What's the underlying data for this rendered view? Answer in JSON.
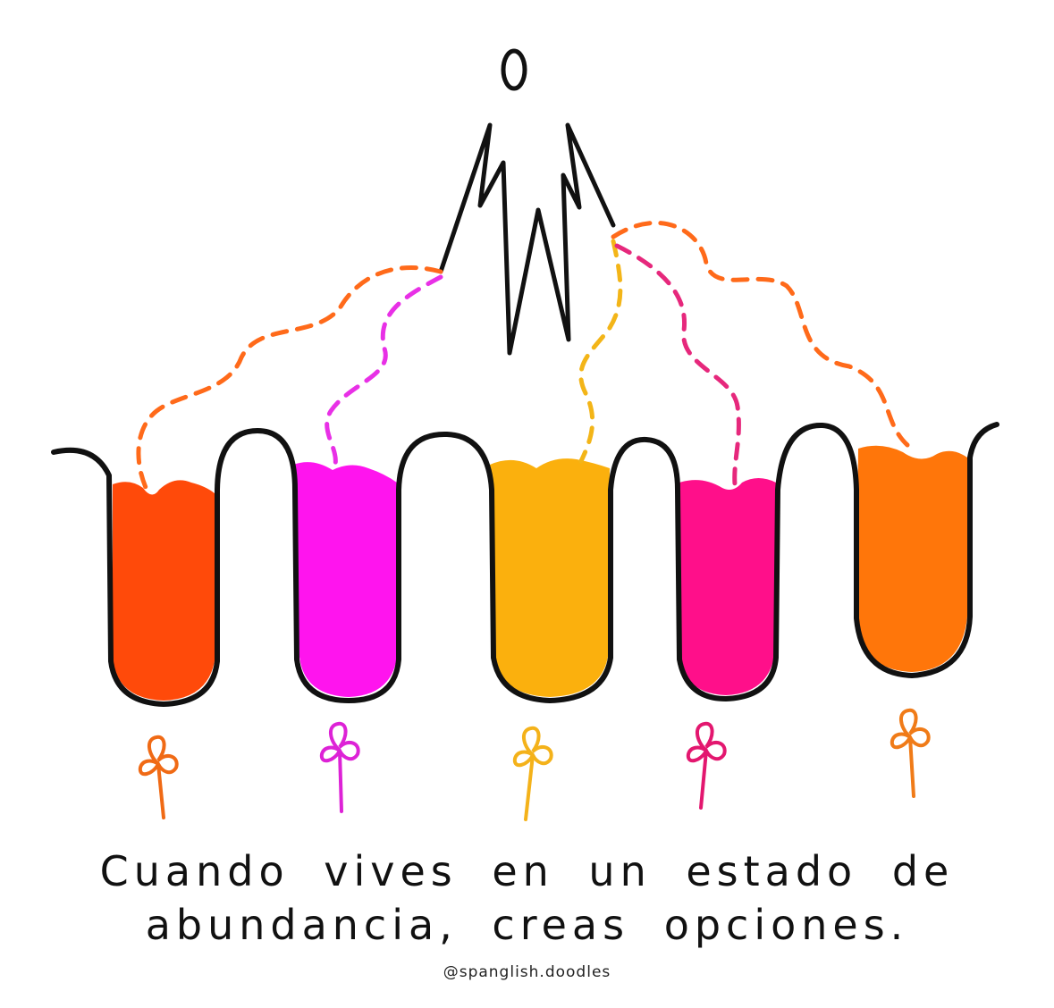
{
  "caption": {
    "line1": "Cuando vives en un estado de",
    "line2": "abundancia, creas opciones."
  },
  "credit": "@spanglish.doodles",
  "colors": {
    "outline": "#111111",
    "cup_1": "#ff4a0a",
    "cup_2": "#ff14ee",
    "cup_3": "#fbb00d",
    "cup_4": "#ff0f8a",
    "cup_5": "#ff760a"
  },
  "icons": {
    "figure": "stick-figure-icon",
    "flower": "flower-icon"
  }
}
